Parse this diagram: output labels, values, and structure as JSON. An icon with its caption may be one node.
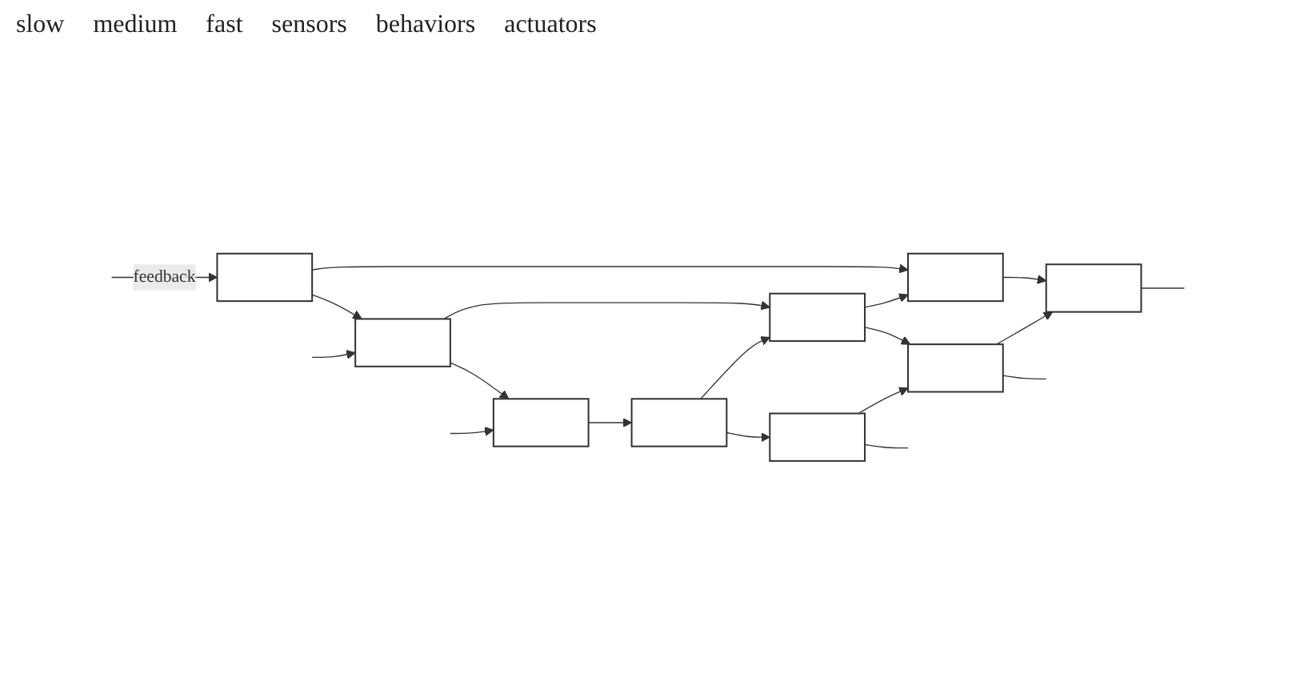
{
  "diagram": {
    "nodes": [
      {
        "text": [],
        "shape": "box"
      },
      {
        "text": [],
        "shape": "box"
      },
      {
        "text": [],
        "shape": "box"
      },
      {
        "text": [],
        "shape": "box"
      },
      {
        "text": [],
        "shape": "box"
      },
      {
        "text": [],
        "shape": "box"
      },
      {
        "text": [],
        "shape": "box"
      },
      {
        "text": [],
        "shape": "box"
      },
      {
        "text": [],
        "shape": "box"
      }
    ],
    "edges": [
      {
        "from": 0,
        "to": 1,
        "arrow": "to"
      },
      {
        "from": 1,
        "to": 2,
        "arrow": "to"
      },
      {
        "from": 3,
        "to": 4,
        "arrow": "to"
      },
      {
        "from": 4,
        "to": 5,
        "arrow": "to"
      },
      {
        "from": 6,
        "to": 7,
        "arrow": "to"
      },
      {
        "from": 7,
        "to": 8,
        "arrow": "to"
      },
      {
        "from": 6,
        "to": 3,
        "arrow": "to"
      },
      {
        "from": 3,
        "to": 0,
        "arrow": "to"
      },
      {
        "from": 1,
        "to": 4,
        "arrow": "to"
      },
      {
        "from": 4,
        "to": 7,
        "arrow": "to"
      },
      {
        "from": 2,
        "to": 5,
        "arrow": "to"
      },
      {
        "from": 5,
        "to": 8,
        "arrow": "to"
      },
      {
        "from": 2,
        "to": null,
        "arrow": "none"
      },
      {
        "from": 5,
        "to": null,
        "arrow": "none"
      },
      {
        "from": 8,
        "to": null,
        "arrow": "none"
      },
      {
        "from": null,
        "to": 0,
        "arrow": "to"
      },
      {
        "from": null,
        "to": 3,
        "arrow": "to"
      },
      {
        "from": null,
        "to": 6,
        "arrow": "to",
        "label": "feedback"
      }
    ],
    "labels": [
      "slow",
      "medium",
      "fast",
      "sensors",
      "behaviors",
      "actuators"
    ]
  }
}
